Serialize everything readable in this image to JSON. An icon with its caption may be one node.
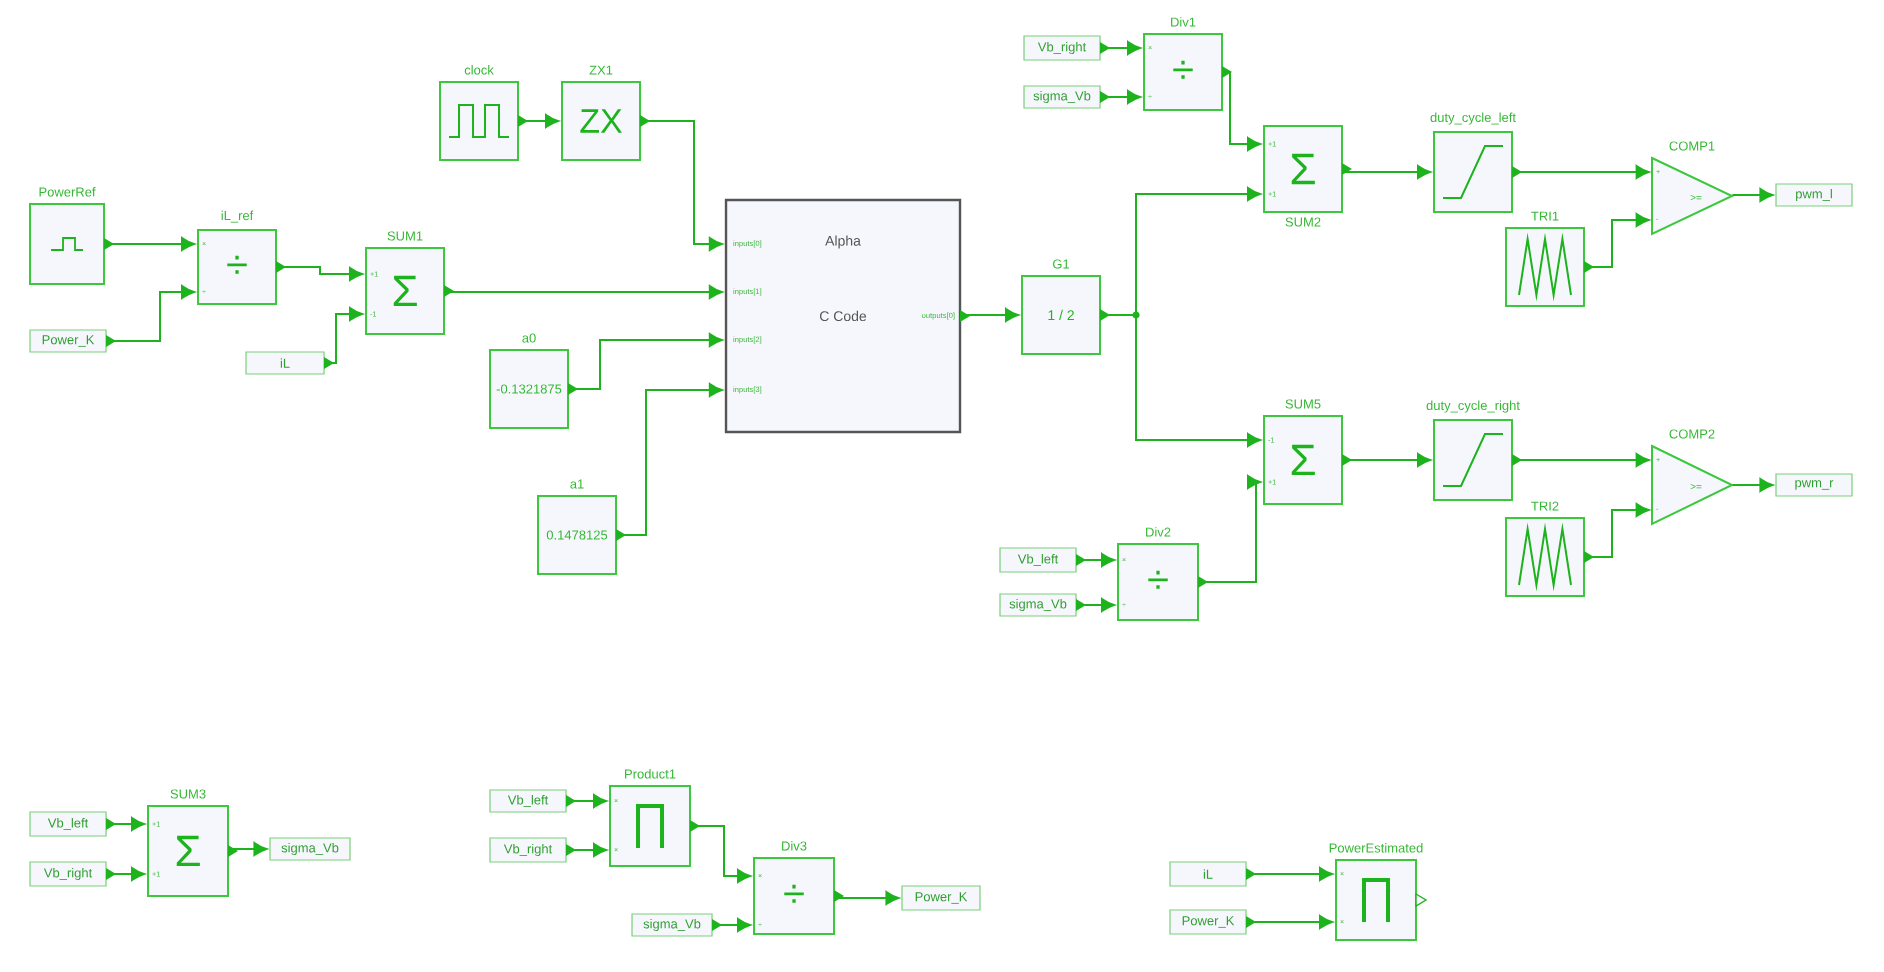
{
  "diagram": {
    "nodes": [
      {
        "text": [
          "PowerRef"
        ]
      },
      {
        "text": [
          "Power_K"
        ]
      },
      {
        "text": [
          "iL_ref",
          "÷",
          "×",
          "÷"
        ]
      },
      {
        "text": [
          "iL"
        ]
      },
      {
        "text": [
          "SUM1",
          "Σ",
          "+1",
          "-1"
        ]
      },
      {
        "text": [
          "clock"
        ]
      },
      {
        "text": [
          "ZX1",
          "ZX"
        ]
      },
      {
        "text": [
          "a0",
          "-0.1321875"
        ]
      },
      {
        "text": [
          "a1",
          "0.1478125"
        ]
      },
      {
        "text": [
          "Alpha",
          "C Code",
          "inputs[0]",
          "inputs[1]",
          "inputs[2]",
          "inputs[3]",
          "outputs[0]"
        ]
      },
      {
        "text": [
          "G1",
          "1 / 2"
        ]
      },
      {
        "text": [
          "Vb_right"
        ]
      },
      {
        "text": [
          "sigma_Vb"
        ]
      },
      {
        "text": [
          "Div1",
          "÷",
          "×",
          "÷"
        ]
      },
      {
        "text": [
          "SUM2",
          "Σ",
          "+1",
          "+1"
        ]
      },
      {
        "text": [
          "duty_cycle_left"
        ]
      },
      {
        "text": [
          "TRI1"
        ]
      },
      {
        "text": [
          "COMP1",
          ">=",
          "+",
          "-"
        ]
      },
      {
        "text": [
          "pwm_l"
        ]
      },
      {
        "text": [
          "SUM5",
          "Σ",
          "-1",
          "+1"
        ]
      },
      {
        "text": [
          "duty_cycle_right"
        ]
      },
      {
        "text": [
          "TRI2"
        ]
      },
      {
        "text": [
          "COMP2",
          ">=",
          "+",
          "-"
        ]
      },
      {
        "text": [
          "pwm_r"
        ]
      },
      {
        "text": [
          "Vb_left"
        ]
      },
      {
        "text": [
          "sigma_Vb"
        ]
      },
      {
        "text": [
          "Div2",
          "÷",
          "×",
          "÷"
        ]
      },
      {
        "text": [
          "Vb_left"
        ]
      },
      {
        "text": [
          "Vb_right"
        ]
      },
      {
        "text": [
          "SUM3",
          "Σ",
          "+1",
          "+1"
        ]
      },
      {
        "text": [
          "sigma_Vb"
        ]
      },
      {
        "text": [
          "Vb_left"
        ]
      },
      {
        "text": [
          "Vb_right"
        ]
      },
      {
        "text": [
          "Product1",
          "×",
          "×"
        ]
      },
      {
        "text": [
          "sigma_Vb"
        ]
      },
      {
        "text": [
          "Div3",
          "÷",
          "×",
          "÷"
        ]
      },
      {
        "text": [
          "Power_K"
        ]
      },
      {
        "text": [
          "iL"
        ]
      },
      {
        "text": [
          "Power_K"
        ]
      },
      {
        "text": [
          "PowerEstimated",
          "×",
          "×"
        ]
      }
    ],
    "edges": [
      {
        "from": 0,
        "to": 2,
        "arrow": "to"
      },
      {
        "from": 1,
        "to": 2,
        "arrow": "to"
      },
      {
        "from": 2,
        "to": 4,
        "arrow": "to"
      },
      {
        "from": 3,
        "to": 4,
        "arrow": "to"
      },
      {
        "from": 5,
        "to": 6,
        "arrow": "to"
      },
      {
        "from": 6,
        "to": 9,
        "arrow": "to"
      },
      {
        "from": 4,
        "to": 9,
        "arrow": "to"
      },
      {
        "from": 7,
        "to": 9,
        "arrow": "to"
      },
      {
        "from": 8,
        "to": 9,
        "arrow": "to"
      },
      {
        "from": 9,
        "to": 10,
        "arrow": "to"
      },
      {
        "from": 10,
        "to": 14,
        "arrow": "to"
      },
      {
        "from": 10,
        "to": 19,
        "arrow": "to"
      },
      {
        "from": 11,
        "to": 13,
        "arrow": "to"
      },
      {
        "from": 12,
        "to": 13,
        "arrow": "to"
      },
      {
        "from": 13,
        "to": 14,
        "arrow": "to"
      },
      {
        "from": 14,
        "to": 15,
        "arrow": "to"
      },
      {
        "from": 15,
        "to": 17,
        "arrow": "to"
      },
      {
        "from": 16,
        "to": 17,
        "arrow": "to"
      },
      {
        "from": 17,
        "to": 18,
        "arrow": "to"
      },
      {
        "from": 19,
        "to": 20,
        "arrow": "to"
      },
      {
        "from": 20,
        "to": 22,
        "arrow": "to"
      },
      {
        "from": 21,
        "to": 22,
        "arrow": "to"
      },
      {
        "from": 22,
        "to": 23,
        "arrow": "to"
      },
      {
        "from": 24,
        "to": 26,
        "arrow": "to"
      },
      {
        "from": 25,
        "to": 26,
        "arrow": "to"
      },
      {
        "from": 26,
        "to": 19,
        "arrow": "to"
      },
      {
        "from": 27,
        "to": 29,
        "arrow": "to"
      },
      {
        "from": 28,
        "to": 29,
        "arrow": "to"
      },
      {
        "from": 29,
        "to": 30,
        "arrow": "to"
      },
      {
        "from": 31,
        "to": 33,
        "arrow": "to"
      },
      {
        "from": 32,
        "to": 33,
        "arrow": "to"
      },
      {
        "from": 33,
        "to": 35,
        "arrow": "to"
      },
      {
        "from": 34,
        "to": 35,
        "arrow": "to"
      },
      {
        "from": 35,
        "to": 36,
        "arrow": "to"
      },
      {
        "from": 37,
        "to": 39,
        "arrow": "to"
      },
      {
        "from": 38,
        "to": 39,
        "arrow": "to"
      }
    ]
  }
}
